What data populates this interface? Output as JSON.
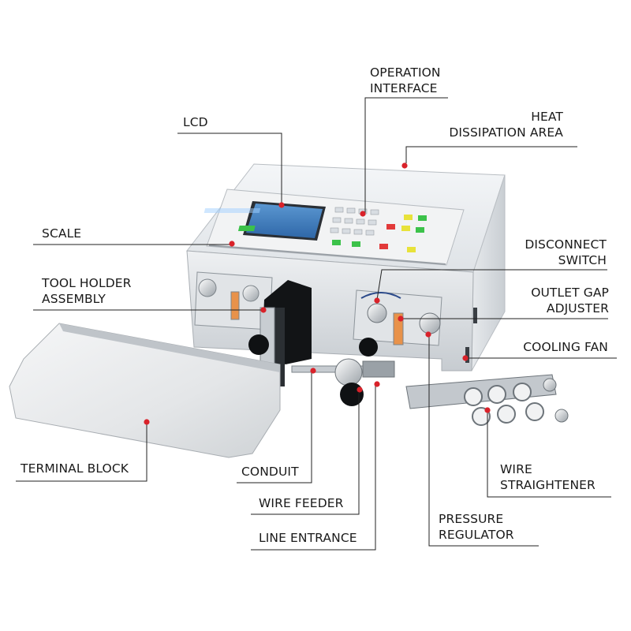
{
  "labels": {
    "operation_interface": [
      "OPERATION",
      "INTERFACE"
    ],
    "heat_dissipation": [
      "HEAT",
      "DISSIPATION AREA"
    ],
    "lcd": [
      "LCD"
    ],
    "scale": [
      "SCALE"
    ],
    "disconnect_switch": [
      "DISCONNECT",
      "SWITCH"
    ],
    "tool_holder": [
      "TOOL HOLDER",
      "ASSEMBLY"
    ],
    "outlet_gap": [
      "OUTLET GAP",
      "ADJUSTER"
    ],
    "cooling_fan": [
      "COOLING FAN"
    ],
    "terminal_block": [
      "TERMINAL BLOCK"
    ],
    "conduit": [
      "CONDUIT"
    ],
    "wire_straightener": [
      "WIRE",
      "STRAIGHTENER"
    ],
    "wire_feeder": [
      "WIRE FEEDER"
    ],
    "pressure_regulator": [
      "PRESSURE",
      "REGULATOR"
    ],
    "line_entrance": [
      "LINE ENTRANCE"
    ]
  },
  "colors": {
    "marker": "#d9222a",
    "leader": "#222222",
    "machine_body": "#e9ecef",
    "screen": "#3f7fc0"
  }
}
